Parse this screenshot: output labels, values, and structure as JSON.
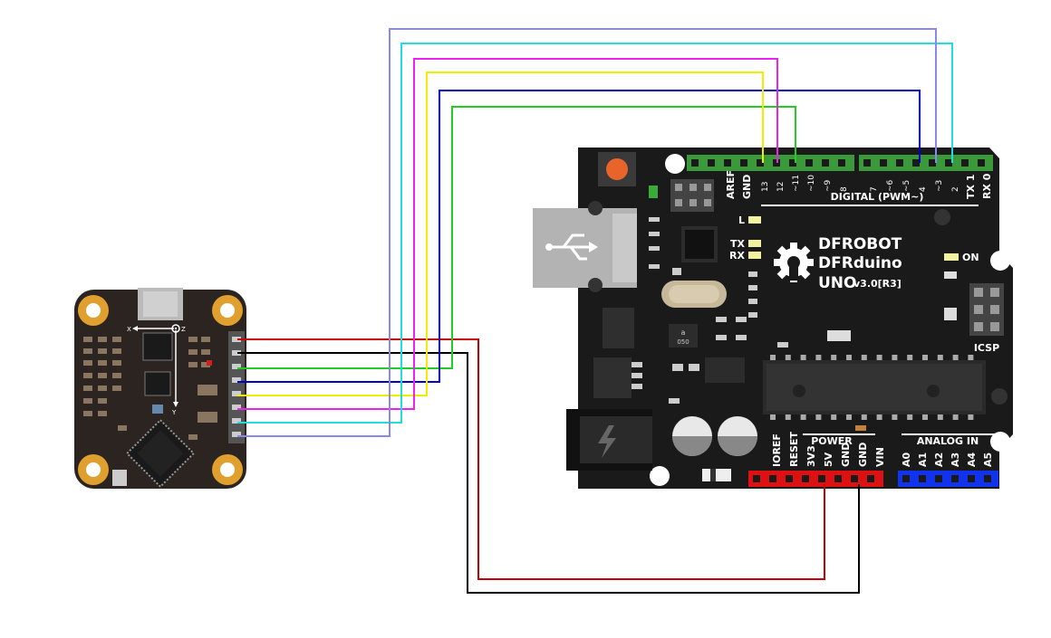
{
  "board": {
    "brand_line1": "DFROBOT",
    "brand_line2": "DFRduino",
    "model": "UNO",
    "version": "v3.0[R3]",
    "digital_label": "DIGITAL (PWM~)",
    "power_label": "POWER",
    "analog_label": "ANALOG IN",
    "icsp_label": "ICSP",
    "on_label": "ON",
    "led_l": "L",
    "led_tx": "TX",
    "led_rx": "RX",
    "crystal_mark": "a",
    "crystal_code": "050"
  },
  "digital_pins": [
    "AREF",
    "GND",
    "13",
    "12",
    "~11",
    "~10",
    "~9",
    "8",
    "7",
    "~6",
    "~5",
    "4",
    "~3",
    "2",
    "TX 1",
    "RX 0"
  ],
  "power_pins": [
    "IOREF",
    "RESET",
    "3V3",
    "5V",
    "GND",
    "GND",
    "VIN"
  ],
  "analog_pins": [
    "A0",
    "A1",
    "A2",
    "A3",
    "A4",
    "A5"
  ],
  "sensor": {
    "axis_x": "X",
    "axis_y": "Y",
    "axis_z": "Z"
  },
  "wires": [
    {
      "name": "5V",
      "color": "#cc0000"
    },
    {
      "name": "GND",
      "color": "#000000"
    },
    {
      "name": "pin 11",
      "color": "#22cc22"
    },
    {
      "name": "pin 4",
      "color": "#0000cc"
    },
    {
      "name": "pin 13",
      "color": "#eeee00"
    },
    {
      "name": "pin 12",
      "color": "#ee22ee"
    },
    {
      "name": "pin 2",
      "color": "#22dddd"
    },
    {
      "name": "pin 3",
      "color": "#8888ee"
    }
  ],
  "colors": {
    "board": "#1a1a1a",
    "header_digital": "#3a9a3a",
    "header_power": "#dd1111",
    "header_analog": "#1133ee",
    "sensor_board": "#2b2420",
    "mount_pad": "#e0a030"
  }
}
